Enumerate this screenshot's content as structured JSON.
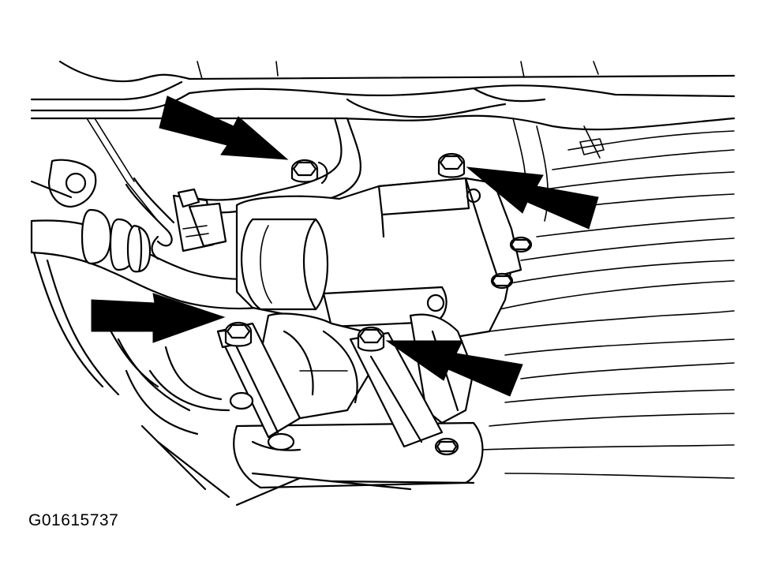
{
  "figure": {
    "code": "G01615737",
    "line_color": "#000000",
    "background": "#ffffff"
  },
  "callouts": [
    {
      "name": "arrow-upper-left-bolt",
      "target": "bolt-upper-left"
    },
    {
      "name": "arrow-upper-right-bolt",
      "target": "bolt-upper-right"
    },
    {
      "name": "arrow-lower-left-bolt",
      "target": "bolt-lower-left"
    },
    {
      "name": "arrow-lower-right-bolt",
      "target": "bolt-lower-right"
    }
  ]
}
